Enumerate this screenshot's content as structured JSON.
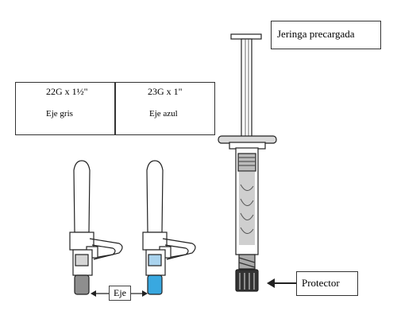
{
  "labels": {
    "syringe": "Jeringa precargada",
    "needle_gray_size": "22G x 1½\"",
    "needle_gray_hub": "Eje gris",
    "needle_blue_size": "23G x 1\"",
    "needle_blue_hub": "Eje azul",
    "hub": "Eje",
    "protector": "Protector"
  },
  "colors": {
    "gray_hub": "#8e8e8e",
    "blue_hub": "#39a8e0",
    "blue_light": "#a9d3ee",
    "gray_light": "#cfcfcf"
  }
}
